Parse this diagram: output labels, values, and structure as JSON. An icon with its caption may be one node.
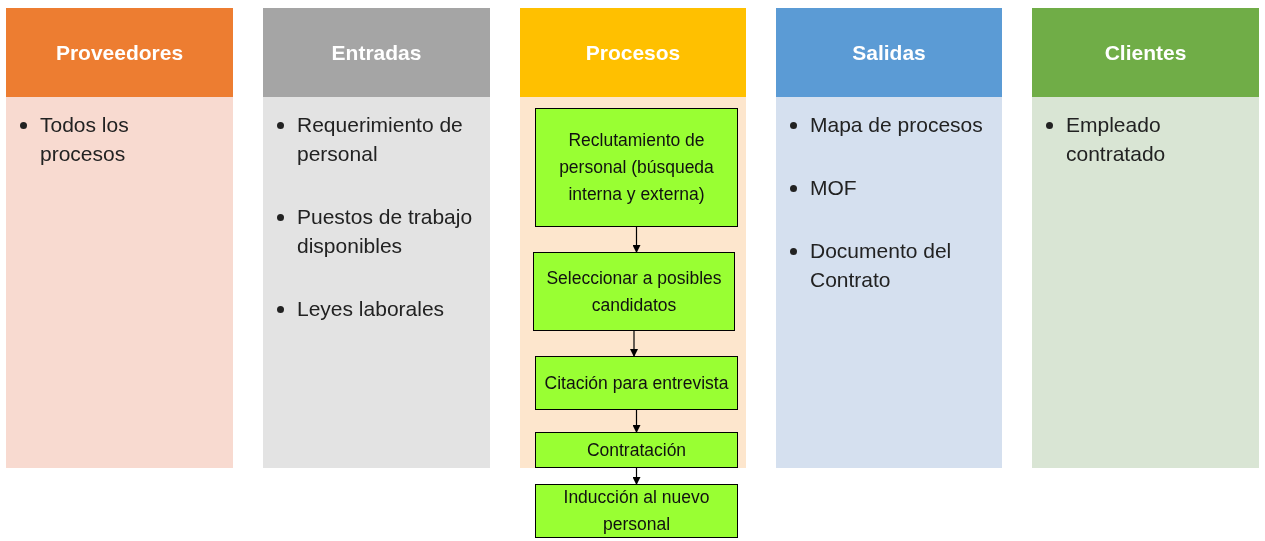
{
  "diagram": {
    "nodes": [
      {
        "text": [
          "Proveedores",
          "Todos los procesos"
        ]
      },
      {
        "text": [
          "Entradas",
          "Requerimiento de personal",
          "Puestos de trabajo disponibles",
          "Leyes laborales"
        ]
      },
      {
        "text": [
          "Procesos"
        ]
      },
      {
        "text": [
          "Reclutamiento de personal (búsqueda interna y externa)"
        ],
        "in": 2
      },
      {
        "text": [
          "Seleccionar a posibles candidatos"
        ],
        "in": 2
      },
      {
        "text": [
          "Citación para entrevista"
        ],
        "in": 2
      },
      {
        "text": [
          "Contratación"
        ],
        "in": 2
      },
      {
        "text": [
          "Inducción al nuevo personal"
        ]
      },
      {
        "text": [
          "Salidas",
          "Mapa de procesos",
          "MOF",
          "Documento del Contrato"
        ]
      },
      {
        "text": [
          "Clientes",
          "Empleado contratado"
        ]
      }
    ],
    "edges": [
      {
        "from": 3,
        "to": 4,
        "arrow": "to"
      },
      {
        "from": 4,
        "to": 5,
        "arrow": "to"
      },
      {
        "from": 5,
        "to": 6,
        "arrow": "to"
      },
      {
        "from": 6,
        "to": 7,
        "arrow": "to"
      }
    ]
  }
}
